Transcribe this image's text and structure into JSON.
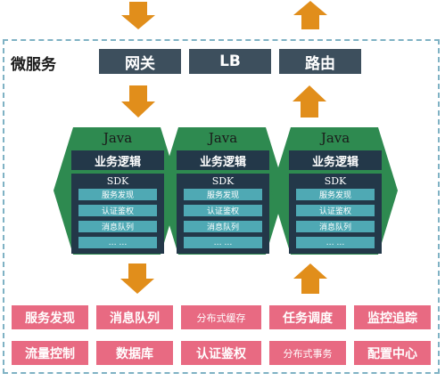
{
  "title": "微服务",
  "header": [
    {
      "label": "网关"
    },
    {
      "label": "LB"
    },
    {
      "label": "路由"
    }
  ],
  "services": [
    {
      "lang": "Java",
      "business": "业务逻辑",
      "sdk": "SDK",
      "items": [
        "服务发现",
        "认证鉴权",
        "消息队列",
        "… …"
      ]
    },
    {
      "lang": "Java",
      "business": "业务逻辑",
      "sdk": "SDK",
      "items": [
        "服务发现",
        "认证鉴权",
        "消息队列",
        "… …"
      ]
    },
    {
      "lang": "Java",
      "business": "业务逻辑",
      "sdk": "SDK",
      "items": [
        "服务发现",
        "认证鉴权",
        "消息队列",
        "… …"
      ]
    }
  ],
  "infrastructure": [
    [
      "服务发现",
      "消息队列",
      "分布式缓存",
      "任务调度",
      "监控追踪"
    ],
    [
      "流量控制",
      "数据库",
      "认证鉴权",
      "分布式事务",
      "配置中心"
    ]
  ],
  "colors": {
    "arrow": "#e18e1b",
    "hexagon": "#2e8a50",
    "dark_box": "#233849",
    "sub_box": "#4fa9b4",
    "header_box": "#3d4f5d",
    "tile": "#e86a82",
    "frame": "#7fb2c4"
  }
}
